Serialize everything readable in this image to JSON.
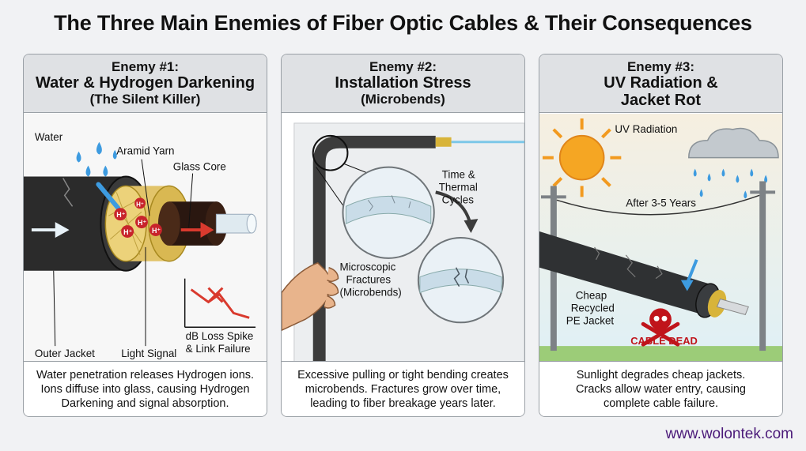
{
  "title": "The Three Main Enemies of Fiber Optic Cables & Their Consequences",
  "panels": [
    {
      "number": "Enemy #1:",
      "title": "Water & Hydrogen Darkening",
      "subtitle": "(The Silent Killer)",
      "labels": {
        "water": "Water",
        "aramid": "Aramid Yarn",
        "glass": "Glass Core",
        "jacket": "Outer Jacket",
        "signal": "Light Signal",
        "loss1": "dB Loss Spike",
        "loss2": "& Link Failure",
        "ion": "H⁺"
      },
      "caption": [
        "Water penetration releases Hydrogen ions.",
        "Ions diffuse into glass, causing Hydrogen",
        "Darkening and signal absorption."
      ]
    },
    {
      "number": "Enemy #2:",
      "title": "Installation Stress",
      "subtitle": "(Microbends)",
      "labels": {
        "time1": "Time &",
        "time2": "Thermal",
        "time3": "Cycles",
        "micro1": "Microscopic",
        "micro2": "Fractures",
        "micro3": "(Microbends)"
      },
      "caption": [
        "Excessive pulling or tight bending creates",
        "microbends. Fractures grow over time,",
        "leading to fiber breakage years later."
      ]
    },
    {
      "number": "Enemy #3:",
      "title": "UV Radiation &",
      "subtitle": "Jacket Rot",
      "labels": {
        "uv": "UV Radiation",
        "years": "After 3-5 Years",
        "cheap1": "Cheap",
        "cheap2": "Recycled",
        "cheap3": "PE Jacket",
        "dead": "CABLE DEAD"
      },
      "caption": [
        "Sunlight degrades cheap jackets.",
        "Cracks allow water entry, causing",
        "complete cable failure."
      ]
    }
  ],
  "website": "www.wolontek.com",
  "colors": {
    "ion_red": "#c8242b",
    "water_blue": "#3d9be0",
    "sun": "#f5a623",
    "dead_red": "#c0141b"
  }
}
